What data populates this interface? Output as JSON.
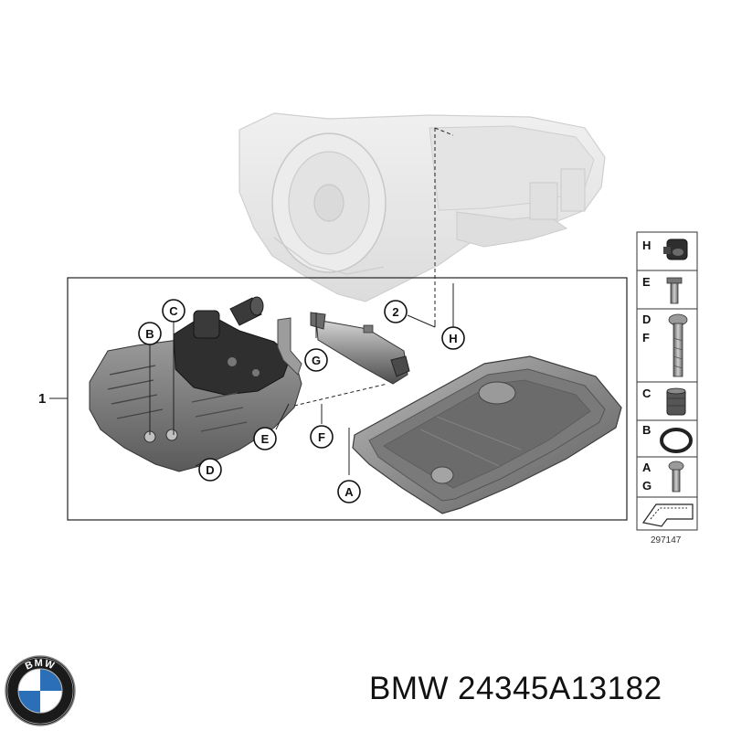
{
  "diagram": {
    "main_part_number": "1",
    "sub_part_number": "2",
    "callouts": {
      "A": "A",
      "B": "B",
      "C": "C",
      "D": "D",
      "E": "E",
      "F": "F",
      "G": "G",
      "H": "H"
    },
    "legend": [
      {
        "letters": [
          "H"
        ]
      },
      {
        "letters": [
          "E"
        ]
      },
      {
        "letters": [
          "D",
          "F"
        ]
      },
      {
        "letters": [
          "C"
        ]
      },
      {
        "letters": [
          "B"
        ]
      },
      {
        "letters": [
          "A",
          "G"
        ]
      }
    ],
    "reference_number": "297147"
  },
  "footer": {
    "brand": "BMW",
    "part_number": "24345A13182",
    "logo_text": "BMW"
  },
  "colors": {
    "ink": "#111111",
    "transmission_ghost": "#e6e6e6",
    "valve_body_dark": "#3a3a3a",
    "oil_pan": "#8c8c8c",
    "logo_blue": "#2a6fb8"
  }
}
